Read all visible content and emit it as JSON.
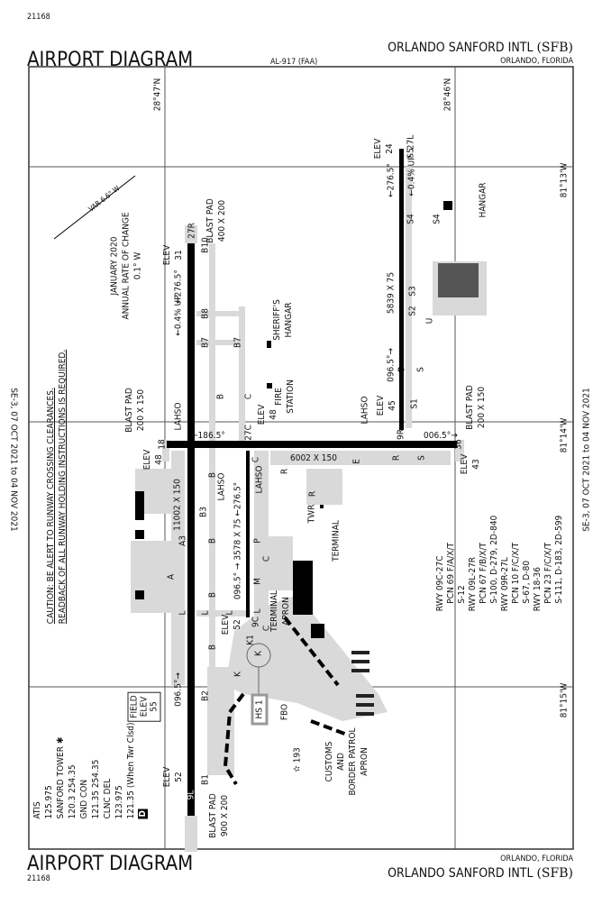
{
  "header": {
    "chart_number": "21168",
    "title": "AIRPORT DIAGRAM",
    "procedure_id": "AL-917 (FAA)",
    "airport_name": "ORLANDO SANFORD INTL",
    "airport_id": "(SFB)",
    "city_state": "ORLANDO, FLORIDA"
  },
  "footer": {
    "chart_number": "21168",
    "title": "AIRPORT DIAGRAM",
    "airport_name": "ORLANDO SANFORD INTL",
    "airport_id": "(SFB)",
    "city_state": "ORLANDO, FLORIDA"
  },
  "validity": {
    "left": "SE-3, 07 OCT 2021 to 04 NOV 2021",
    "right": "SE-3, 07 OCT 2021 to 04 NOV 2021"
  },
  "grid": {
    "lat1": "28°47'N",
    "lat2": "28°46'N",
    "lon1": "81°13'W",
    "lon2": "81°14'W",
    "lon3": "81°15'W"
  },
  "caution": {
    "line1": "CAUTION: BE ALERT TO RUNWAY CROSSING CLEARANCES.",
    "line2": "READBACK OF ALL RUNWAY HOLDING INSTRUCTIONS IS REQUIRED."
  },
  "magvar": {
    "var": "VAR 6.6° W",
    "date": "JANUARY 2020",
    "rate_label": "ANNUAL RATE OF CHANGE",
    "rate": "0.1° W"
  },
  "frequencies": [
    "ATIS",
    "125.975",
    "SANFORD TOWER ✱",
    "120.3  254.35",
    "GND CON",
    "121.35  254.35",
    "CLNC DEL",
    "123.975",
    "121.35 (When Twr Clsd)"
  ],
  "frequencies_badge": "D",
  "field_elev": {
    "label1": "FIELD",
    "label2": "ELEV",
    "value": "55"
  },
  "runway_info": [
    "RWY 09C-27C",
    "PCN 69 F/A/X/T",
    "S-12",
    "RWY 09L-27R",
    "PCN 67 F/B/X/T",
    "S-100, D-279, 2D-840",
    "RWY 09R-27L",
    "PCN 10 F/C/X/T",
    "S-67, D-80",
    "RWY 18-36",
    "PCN 23 F/C/X/T",
    "S-111, D-183, 2D-599"
  ],
  "labels": {
    "blast_pad_27r_1": "BLAST PAD",
    "blast_pad_27r_2": "400 X 200",
    "rwy_27r": "27R",
    "elev_31": "ELEV",
    "elev_31_v": "31",
    "b10": "B10",
    "hdg_2765_a": "←276.5°",
    "grad_a": "←0.4% UP",
    "b8": "B8",
    "b7a": "B7",
    "b7b": "B7",
    "sheriff1": "SHERIFF'S",
    "sheriff2": "HANGAR",
    "fire1": "FIRE",
    "fire2": "STATION",
    "blast_pad_18_1": "BLAST PAD",
    "blast_pad_18_2": "200 X 150",
    "elev_48a": "ELEV",
    "elev_48a_v": "48",
    "rwy_18": "18",
    "lahso1": "LAHSO",
    "hdg_1865": "←186.5°",
    "rwy_18_36_dim": "6002 X 150",
    "hdg_0065": "006.5°→",
    "rwy_36": "36",
    "elev_43": "ELEV",
    "elev_43_v": "43",
    "blast_pad_36_1": "BLAST PAD",
    "blast_pad_36_2": "200 X 150",
    "elev_48b": "ELEV",
    "elev_48b_v": "48",
    "rwy_27c": "27C",
    "lahso2": "LAHSO",
    "lahso3": "LAHSO",
    "rwy_9l_dim": "11002 X 150",
    "a3": "A3",
    "b3": "B3",
    "twy_a": "A",
    "rwy_9c_dim": "096.5° → 3578 X 75 ←276.5°",
    "twy_p": "P",
    "twy_m": "M",
    "twy_c1": "C",
    "twy_c2": "C",
    "twy_c3": "C",
    "twy_b1": "B",
    "twy_b2": "B",
    "twy_b3": "B",
    "twy_b4": "B",
    "twy_b5": "B",
    "twy_c4": "C",
    "twy_l1": "L",
    "twy_l2": "L",
    "twy_l3": "L",
    "twy_l4": "L",
    "elev_52a": "ELEV",
    "elev_52a_v": "52",
    "rwy_9c": "9C",
    "k1": "K1",
    "twy_k1": "K",
    "twy_k2": "K",
    "terminal_apron1": "TERMINAL",
    "terminal_apron2": "APRON",
    "terminal": "TERMINAL",
    "twr": "TWR",
    "twy_r1": "R",
    "twy_r2": "R",
    "twy_r3": "R",
    "twy_e": "E",
    "twy_s1": "S",
    "twy_s2": "S",
    "rwy_27l": "27L",
    "s5": "S5",
    "elev_24": "ELEV",
    "elev_24_v": "24",
    "hdg_2765_b": "←276.5°",
    "grad_b": "←0.4% UP",
    "s4a": "S4",
    "s4b": "S4",
    "hangar": "HANGAR",
    "s3": "S3",
    "s2": "S2",
    "twy_u": "U",
    "rwy_9r_dim": "5839 X 75",
    "hdg_0965_b": "096.5°→",
    "lahso4": "LAHSO",
    "elev_45": "ELEV",
    "elev_45_v": "45",
    "s1": "S1",
    "rwy_9r": "9R",
    "hdg_0965_a": "096.5°→",
    "b2": "B2",
    "elev_52b": "ELEV",
    "elev_52b_v": "52",
    "b1": "B1",
    "rwy_9l": "9L",
    "blast_pad_9l_1": "BLAST PAD",
    "blast_pad_9l_2": "900 X 200",
    "hs1": "HS 1",
    "fbo": "FBO",
    "customs1": "CUSTOMS",
    "customs2": "AND",
    "customs3": "BORDER PATROL",
    "customs4": "APRON",
    "obstacle": "✫ 193"
  },
  "colors": {
    "runway": "#000000",
    "taxiway": "#d9d9d9",
    "grid": "#555555"
  }
}
